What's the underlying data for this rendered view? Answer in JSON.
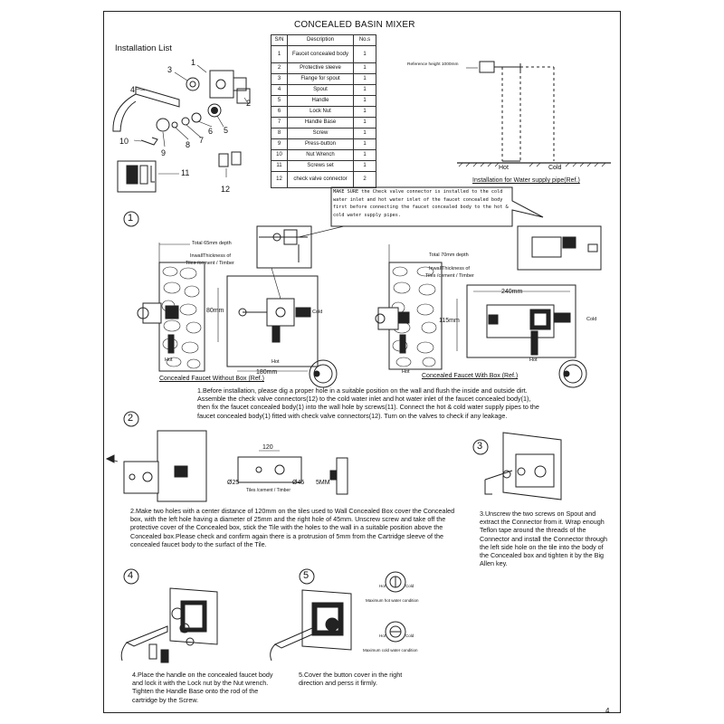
{
  "title": "CONCEALED BASIN MIXER",
  "installation_list_label": "Installation List",
  "parts_table": {
    "headers": [
      "S/N",
      "Description",
      "No.s"
    ],
    "rows": [
      [
        "1",
        "Faucet concealed body",
        "1"
      ],
      [
        "2",
        "Protective sleeve",
        "1"
      ],
      [
        "3",
        "Flange for spout",
        "1"
      ],
      [
        "4",
        "Spout",
        "1"
      ],
      [
        "5",
        "Handle",
        "1"
      ],
      [
        "6",
        "Lock Nut",
        "1"
      ],
      [
        "7",
        "Handle Base",
        "1"
      ],
      [
        "8",
        "Screw",
        "1"
      ],
      [
        "9",
        "Press-button",
        "1"
      ],
      [
        "10",
        "Nut Wrench",
        "1"
      ],
      [
        "11",
        "Screws set",
        "1"
      ],
      [
        "12",
        "check valve connector",
        "2"
      ]
    ]
  },
  "part_callouts": [
    "1",
    "2",
    "3",
    "4",
    "5",
    "6",
    "7",
    "8",
    "9",
    "10",
    "11",
    "12"
  ],
  "water_supply": {
    "reference_height": "Reference height 1000mm",
    "hot": "Hot",
    "cold": "Cold",
    "caption": "Installation for Water supply pipe(Ref.)"
  },
  "note": "MAKE SURE the Check valve connector is installed to the cold water inlet and hot water inlet of the faucet concealed body first before connecting the faucet concealed body to the hot & cold water supply pipes.",
  "step1": {
    "number": "1",
    "left": {
      "total_depth": "Total 65mm depth",
      "wall_label_1": "InwallThickness of",
      "wall_label_2": "Tiles /cement / Timber",
      "dim_80": "80mm",
      "dim_180": "180mm",
      "hot": "Hot",
      "hot2": "Hot",
      "cold": "Cold",
      "caption": "Concealed Faucet Without Box (Ref.)"
    },
    "right": {
      "total_depth": "Total 70mm depth",
      "wall_label_1": "InwallThickness of",
      "wall_label_2": "Tiles /cement / Timber",
      "dim_240": "240mm",
      "dim_115": "115mm",
      "hot": "Hot",
      "hot2": "Hot",
      "cold": "Cold",
      "caption": "Concealed Faucet With Box (Ref.)"
    },
    "text": "1.Before installation, please dig a proper hole in a suitable position on the wall and flush the inside and outside dirt. Assemble the check valve connectors(12) to the cold water inlet and hot water inlet of the faucet concealed body(1), then fix the faucet concealed body(1) into the wall hole by screws(11). Connect the hot & cold water supply pipes to the faucet concealed body(1) fitted with check valve connectors(12). Turn on the valves to check if any leakage."
  },
  "step2": {
    "number": "2",
    "dim_120": "120",
    "dim_25": "Ø25",
    "dim_45": "Ø45",
    "tiles": "Tiles /cement / Timber",
    "dim_5": "5MM",
    "text": "2.Make two holes with a center distance of 120mm on the tiles used to Wall Concealed Box cover the Concealed box, with the left hole having a diameter of 25mm and the right hole of 45mm. Unscrew screw and take off the protective cover of the Concealed box, stick the Tile with the holes to the wall in a suitable position above the Concealed box.Please check and confirm again there is a protrusion of 5mm from the Cartridge sleeve of the concealed faucet body to the surfact of the Tile."
  },
  "step3": {
    "number": "3",
    "text": "3.Unscrew the two screws on Spout and extract the Connector from it. Wrap enough Teflon tape around the threads of the Connector and install the Connector through the left side hole on the tile into the body of the Concealed box and tighten it by the Big Allen key."
  },
  "step4": {
    "number": "4",
    "text": "4.Place the handle on the concealed faucet body and lock it with the Lock nut by the Nut wrench. Tighten the Handle Base onto the rod of the cartridge by the Screw."
  },
  "step5": {
    "number": "5",
    "hot": "Hot",
    "cold": "Cold",
    "max_hot": "Maximum hot water condition",
    "hot2": "Hot",
    "cold2": "Cold",
    "max_cold": "Maximum cold water condition",
    "text": "5.Cover the button cover in the right direction and perss it firmly."
  },
  "page_number": "4"
}
